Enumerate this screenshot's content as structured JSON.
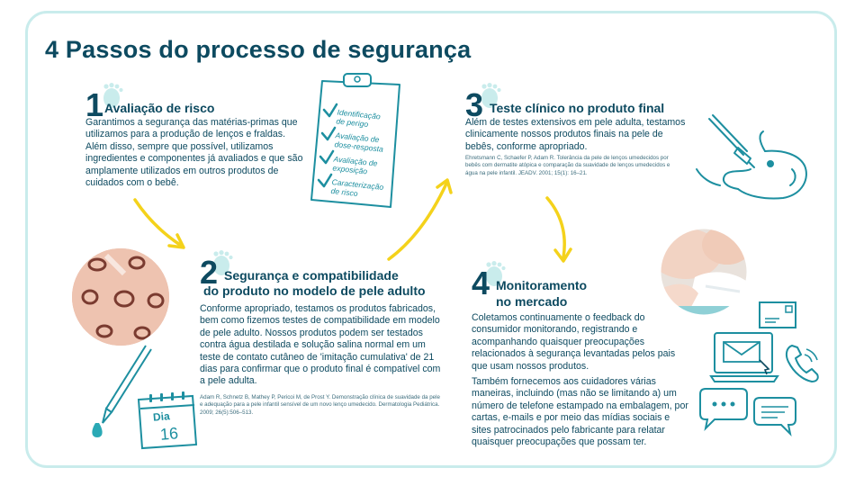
{
  "page": {
    "title": "4 Passos do processo de segurança"
  },
  "colors": {
    "navy": "#0d4a60",
    "teal": "#1d8fa0",
    "yellow": "#f4d21b",
    "frame": "#c9ecec"
  },
  "steps": [
    {
      "number": "1",
      "title": "Avaliação de risco",
      "body": "Garantimos a segurança das matérias-primas que utilizamos para a produção de lenços e fraldas. Além disso, sempre que possível, utilizamos ingredientes e componentes já avaliados e que são amplamente utilizados em outros produtos de cuidados com o bebê."
    },
    {
      "number": "2",
      "title_line1": "Segurança e compatibilidade",
      "title_line2": "do produto no modelo de pele adulto",
      "body": "Conforme apropriado, testamos os produtos fabricados, bem como fizemos testes de compatibilidade em modelo de pele adulto. Nossos produtos podem ser testados contra água destilada e solução salina normal em um teste de contato cutâneo de 'imitação cumulativa' de 21 dias para confirmar que o produto final é compatível com a pele adulta.",
      "reference": "Adam R, Schnetz B, Mathey P, Pericoi M, de Prost Y. Demonstração clínica de suavidade da pele e adequação para a pele infantil sensível de um novo lenço umedecido. Dermatologia Pediátrica. 2009; 26(5):506–513."
    },
    {
      "number": "3",
      "title": "Teste clínico no produto final",
      "body": "Além de testes extensivos em pele adulta, testamos clinicamente nossos produtos finais na pele de bebês, conforme apropriado.",
      "reference": "Ehretsmann C, Schaefer P, Adam R. Tolerância da pele de lenços umedecidos por bebês com dermatite atópica e comparação da suavidade de lenços umedecidos e água na pele infantil. JEADV. 2001; 15(1): 16–21."
    },
    {
      "number": "4",
      "title_line1": "Monitoramento",
      "title_line2": "no mercado",
      "body1": "Coletamos continuamente o feedback do consumidor monitorando, registrando e acompanhando quaisquer preocupações relacionados à segurança levantadas pelos pais que usam nossos produtos.",
      "body2": "Também fornecemos aos cuidadores várias maneiras, incluindo (mas não se limitando a) um número de telefone estampado na embalagem, por cartas, e-mails e por meio das mídias sociais e sites patrocinados pelo fabricante para relatar quaisquer preocupações que possam ter."
    }
  ],
  "clipboard": {
    "items": [
      [
        "Identificação",
        "de perigo"
      ],
      [
        "Avaliação de",
        "dose-resposta"
      ],
      [
        "Avaliação de",
        "exposição"
      ],
      [
        "Caracterização",
        "de risco"
      ]
    ]
  },
  "calendar": {
    "label": "Dia",
    "day": "16"
  }
}
